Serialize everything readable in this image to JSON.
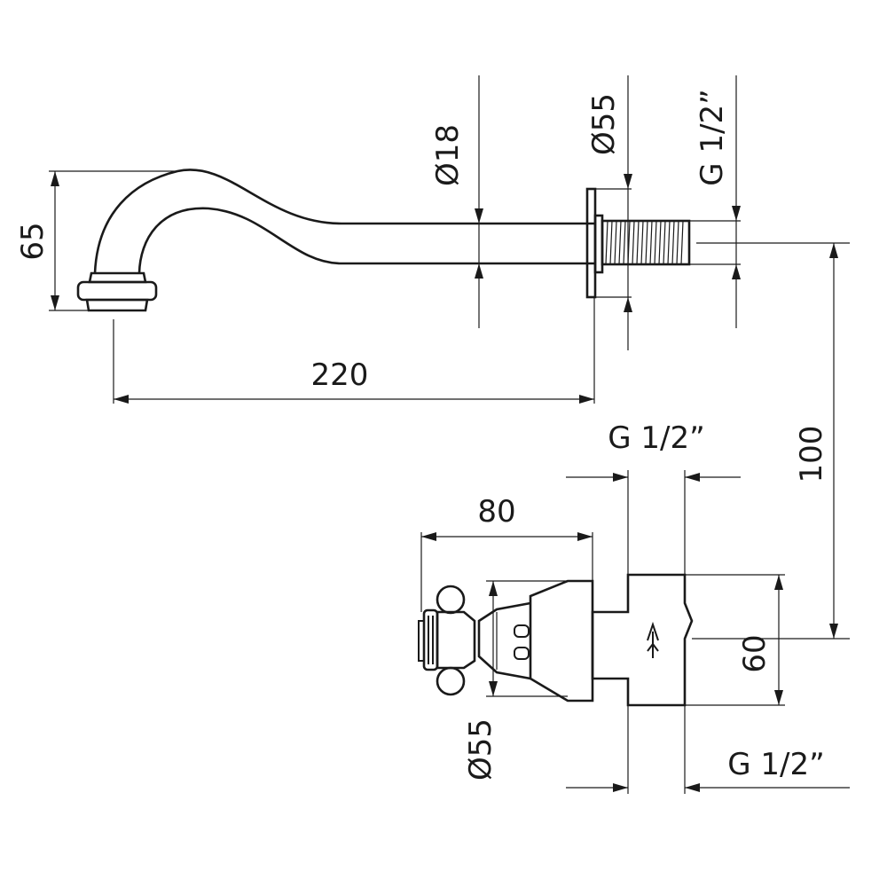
{
  "drawing": {
    "colors": {
      "line": "#1a1a1a",
      "background": "#ffffff"
    },
    "spout": {
      "labels": {
        "height": "65",
        "length": "220",
        "pipe_diameter": "Ø18",
        "flange_diameter": "Ø55",
        "thread": "G 1/2”"
      }
    },
    "valve": {
      "labels": {
        "offset": "100",
        "thread_top": "G 1/2”",
        "handle_length": "80",
        "body_height": "60",
        "handle_diameter": "Ø55",
        "thread_bottom": "G 1/2”"
      }
    }
  }
}
